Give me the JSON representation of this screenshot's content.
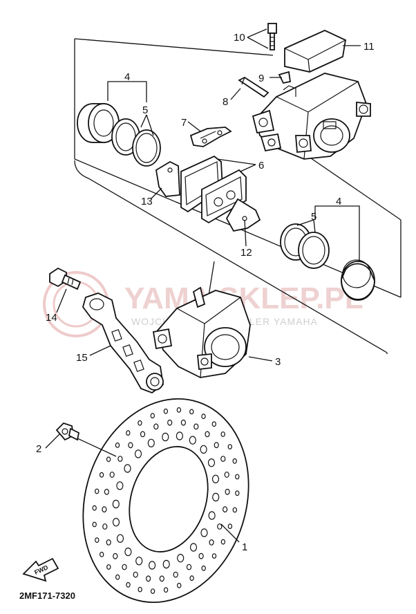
{
  "diagram": {
    "callouts": [
      {
        "id": "c10",
        "text": "10"
      },
      {
        "id": "c11",
        "text": "11"
      },
      {
        "id": "c9",
        "text": "9"
      },
      {
        "id": "c8",
        "text": "8"
      },
      {
        "id": "c4a",
        "text": "4"
      },
      {
        "id": "c5a",
        "text": "5"
      },
      {
        "id": "c7",
        "text": "7"
      },
      {
        "id": "c6",
        "text": "6"
      },
      {
        "id": "c13",
        "text": "13"
      },
      {
        "id": "c12",
        "text": "12"
      },
      {
        "id": "c4b",
        "text": "4"
      },
      {
        "id": "c5b",
        "text": "5"
      },
      {
        "id": "c14",
        "text": "14"
      },
      {
        "id": "c15",
        "text": "15"
      },
      {
        "id": "c3",
        "text": "3"
      },
      {
        "id": "c2",
        "text": "2"
      },
      {
        "id": "c1",
        "text": "1"
      }
    ],
    "diagram_code": "2MF171-7320",
    "fwd_label": "FWD",
    "watermark": {
      "title": "YAMA SKLEP.PL",
      "subtitle": "WOJCIECHOWSKI DEALER YAMAHA"
    }
  }
}
